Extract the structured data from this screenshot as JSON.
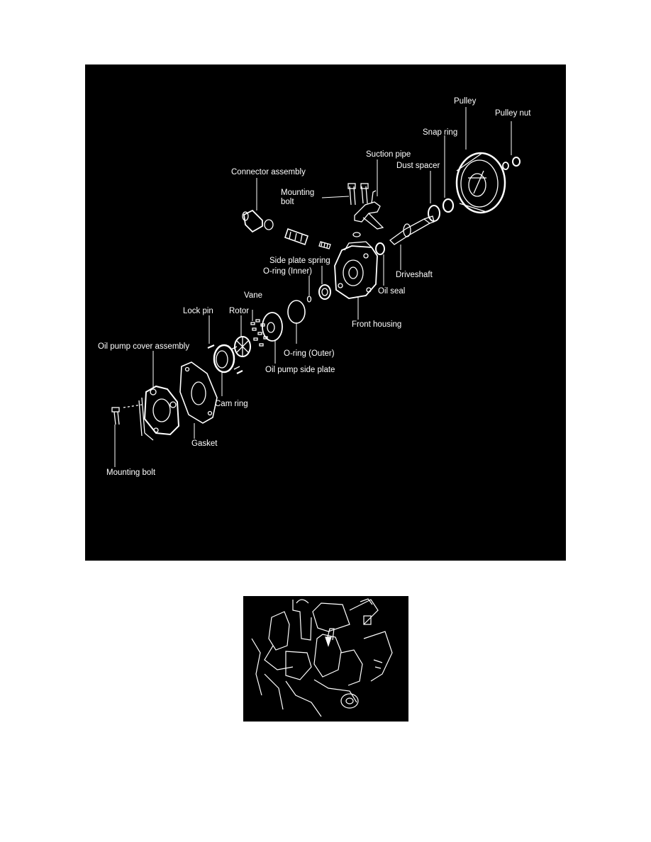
{
  "diagram": {
    "labels": {
      "pulley": "Pulley",
      "pulley_nut": "Pulley nut",
      "snap_ring": "Snap ring",
      "suction_pipe": "Suction pipe",
      "dust_spacer": "Dust spacer",
      "connector_assembly": "Connector assembly",
      "mounting_bolt_top_1": "Mounting",
      "mounting_bolt_top_2": "bolt",
      "side_plate_spring": "Side plate spring",
      "o_ring_inner": "O-ring (Inner)",
      "driveshaft": "Driveshaft",
      "oil_seal": "Oil seal",
      "vane": "Vane",
      "lock_pin": "Lock pin",
      "rotor": "Rotor",
      "front_housing": "Front housing",
      "oil_pump_cover_assembly": "Oil pump cover assembly",
      "o_ring_outer": "O-ring (Outer)",
      "oil_pump_side_plate": "Oil pump side plate",
      "cam_ring": "Cam ring",
      "gasket": "Gasket",
      "mounting_bolt_bottom": "Mounting bolt"
    }
  },
  "colors": {
    "background": "#000000",
    "line": "#ffffff",
    "page": "#ffffff"
  }
}
